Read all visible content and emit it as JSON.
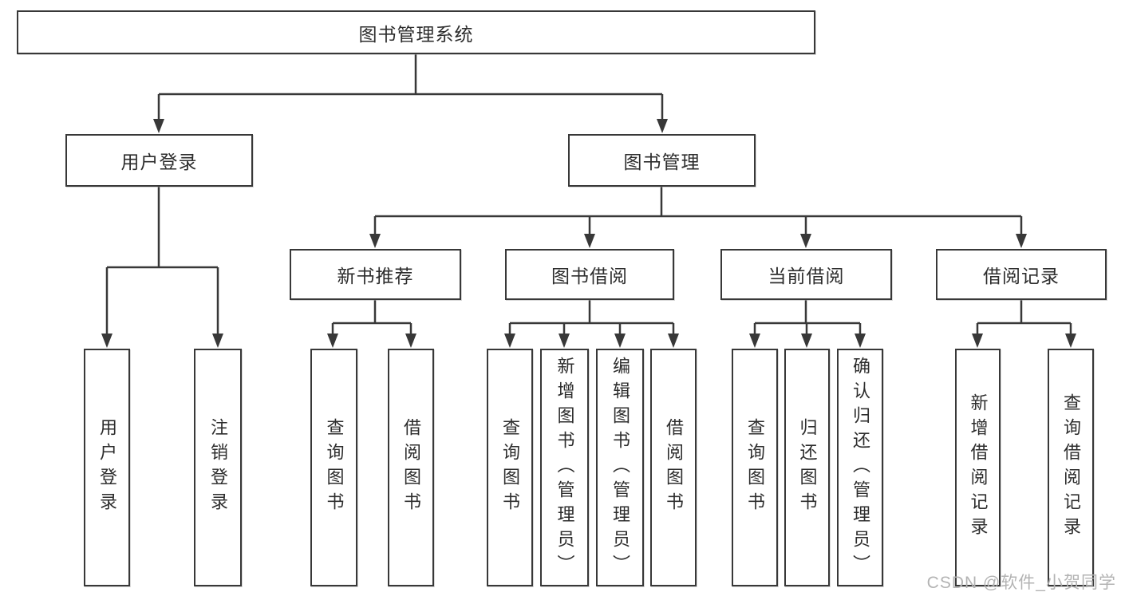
{
  "tree": {
    "root": {
      "label": "图书管理系统"
    },
    "branches": [
      {
        "label": "用户登录",
        "children": [
          {
            "label": "用户登录"
          },
          {
            "label": "注销登录"
          }
        ]
      },
      {
        "label": "图书管理",
        "sections": [
          {
            "label": "新书推荐",
            "children": [
              {
                "label": "查询图书"
              },
              {
                "label": "借阅图书"
              }
            ]
          },
          {
            "label": "图书借阅",
            "children": [
              {
                "label": "查询图书"
              },
              {
                "label": "新增图书（管理员）"
              },
              {
                "label": "编辑图书（管理员）"
              },
              {
                "label": "借阅图书"
              }
            ]
          },
          {
            "label": "当前借阅",
            "children": [
              {
                "label": "查询图书"
              },
              {
                "label": "归还图书"
              },
              {
                "label": "确认归还（管理员）"
              }
            ]
          },
          {
            "label": "借阅记录",
            "children": [
              {
                "label": "新增借阅记录"
              },
              {
                "label": "查询借阅记录"
              }
            ]
          }
        ]
      }
    ]
  },
  "watermark": {
    "text": "CSDN @软件_小贺同学"
  },
  "colors": {
    "line": "#383838",
    "text": "#2d2d2d",
    "watermark": "#b3b3b3",
    "background": "#ffffff"
  }
}
